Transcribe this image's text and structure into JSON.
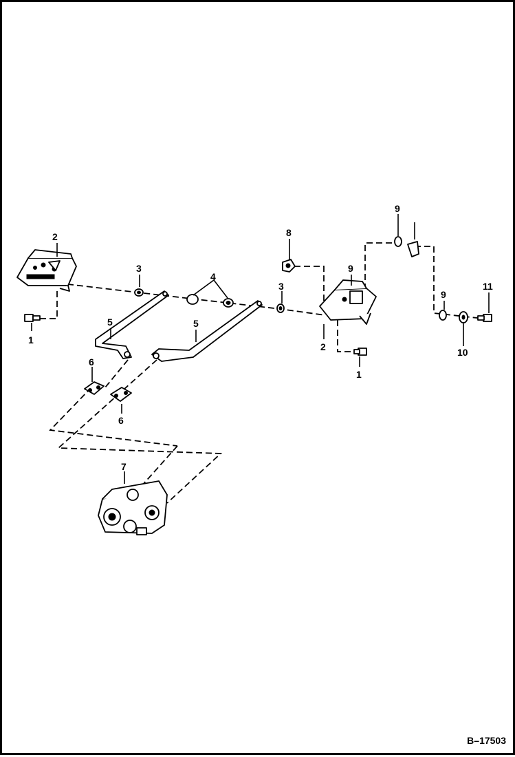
{
  "figure_code": "B–17503",
  "callouts": {
    "c1a": "1",
    "c1b": "1",
    "c2a": "2",
    "c2b": "2",
    "c3a": "3",
    "c3b": "3",
    "c4": "4",
    "c5a": "5",
    "c5b": "5",
    "c6a": "6",
    "c6b": "6",
    "c7": "7",
    "c8": "8",
    "c9a": "9",
    "c9b": "9",
    "c9c": "9",
    "c10": "10",
    "c11": "11"
  }
}
